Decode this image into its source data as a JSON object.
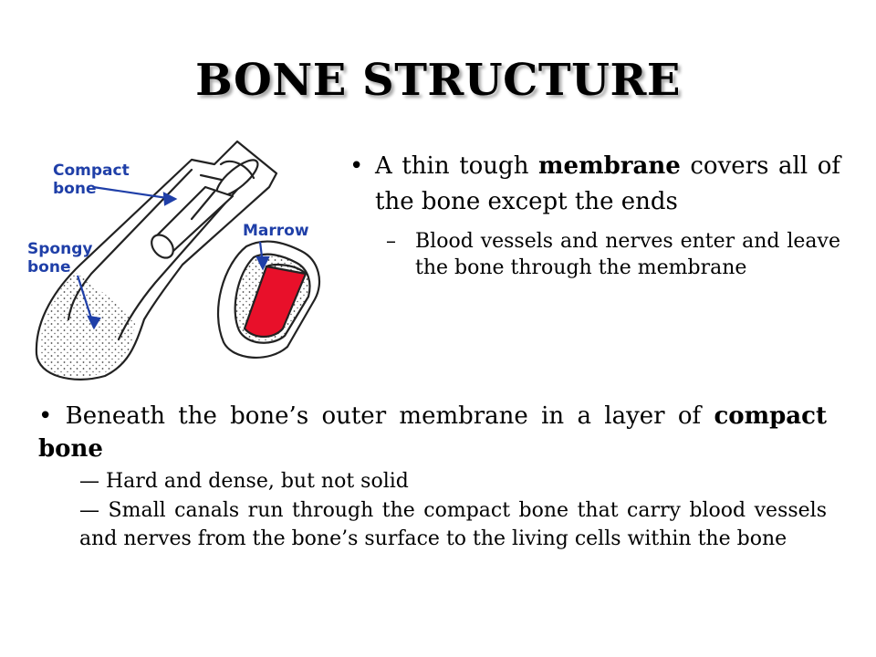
{
  "slide": {
    "title": "BONE STRUCTURE",
    "figure": {
      "labels": {
        "compact": [
          "Compact",
          "bone"
        ],
        "spongy": [
          "Spongy",
          "bone"
        ],
        "marrow": "Marrow"
      },
      "colors": {
        "label_blue": "#1f3fa8",
        "marrow_red": "#e8102a"
      }
    },
    "right_bullet": {
      "pre": "A thin tough ",
      "bold": "membrane",
      "post": " covers all of the bone except the ends",
      "sub": {
        "dash": "–",
        "text": "Blood vessels and nerves enter and leave the bone through the membrane"
      }
    },
    "bottom_bullet": {
      "pre": "Beneath the bone’s outer membrane in a layer of ",
      "bold": "compact bone",
      "subs": [
        {
          "dash": "—",
          "text": "Hard and dense, but not solid"
        },
        {
          "dash": "—",
          "text": "Small canals run through the compact bone that carry blood vessels and nerves from the bone’s surface to the living cells within the bone"
        }
      ]
    }
  }
}
